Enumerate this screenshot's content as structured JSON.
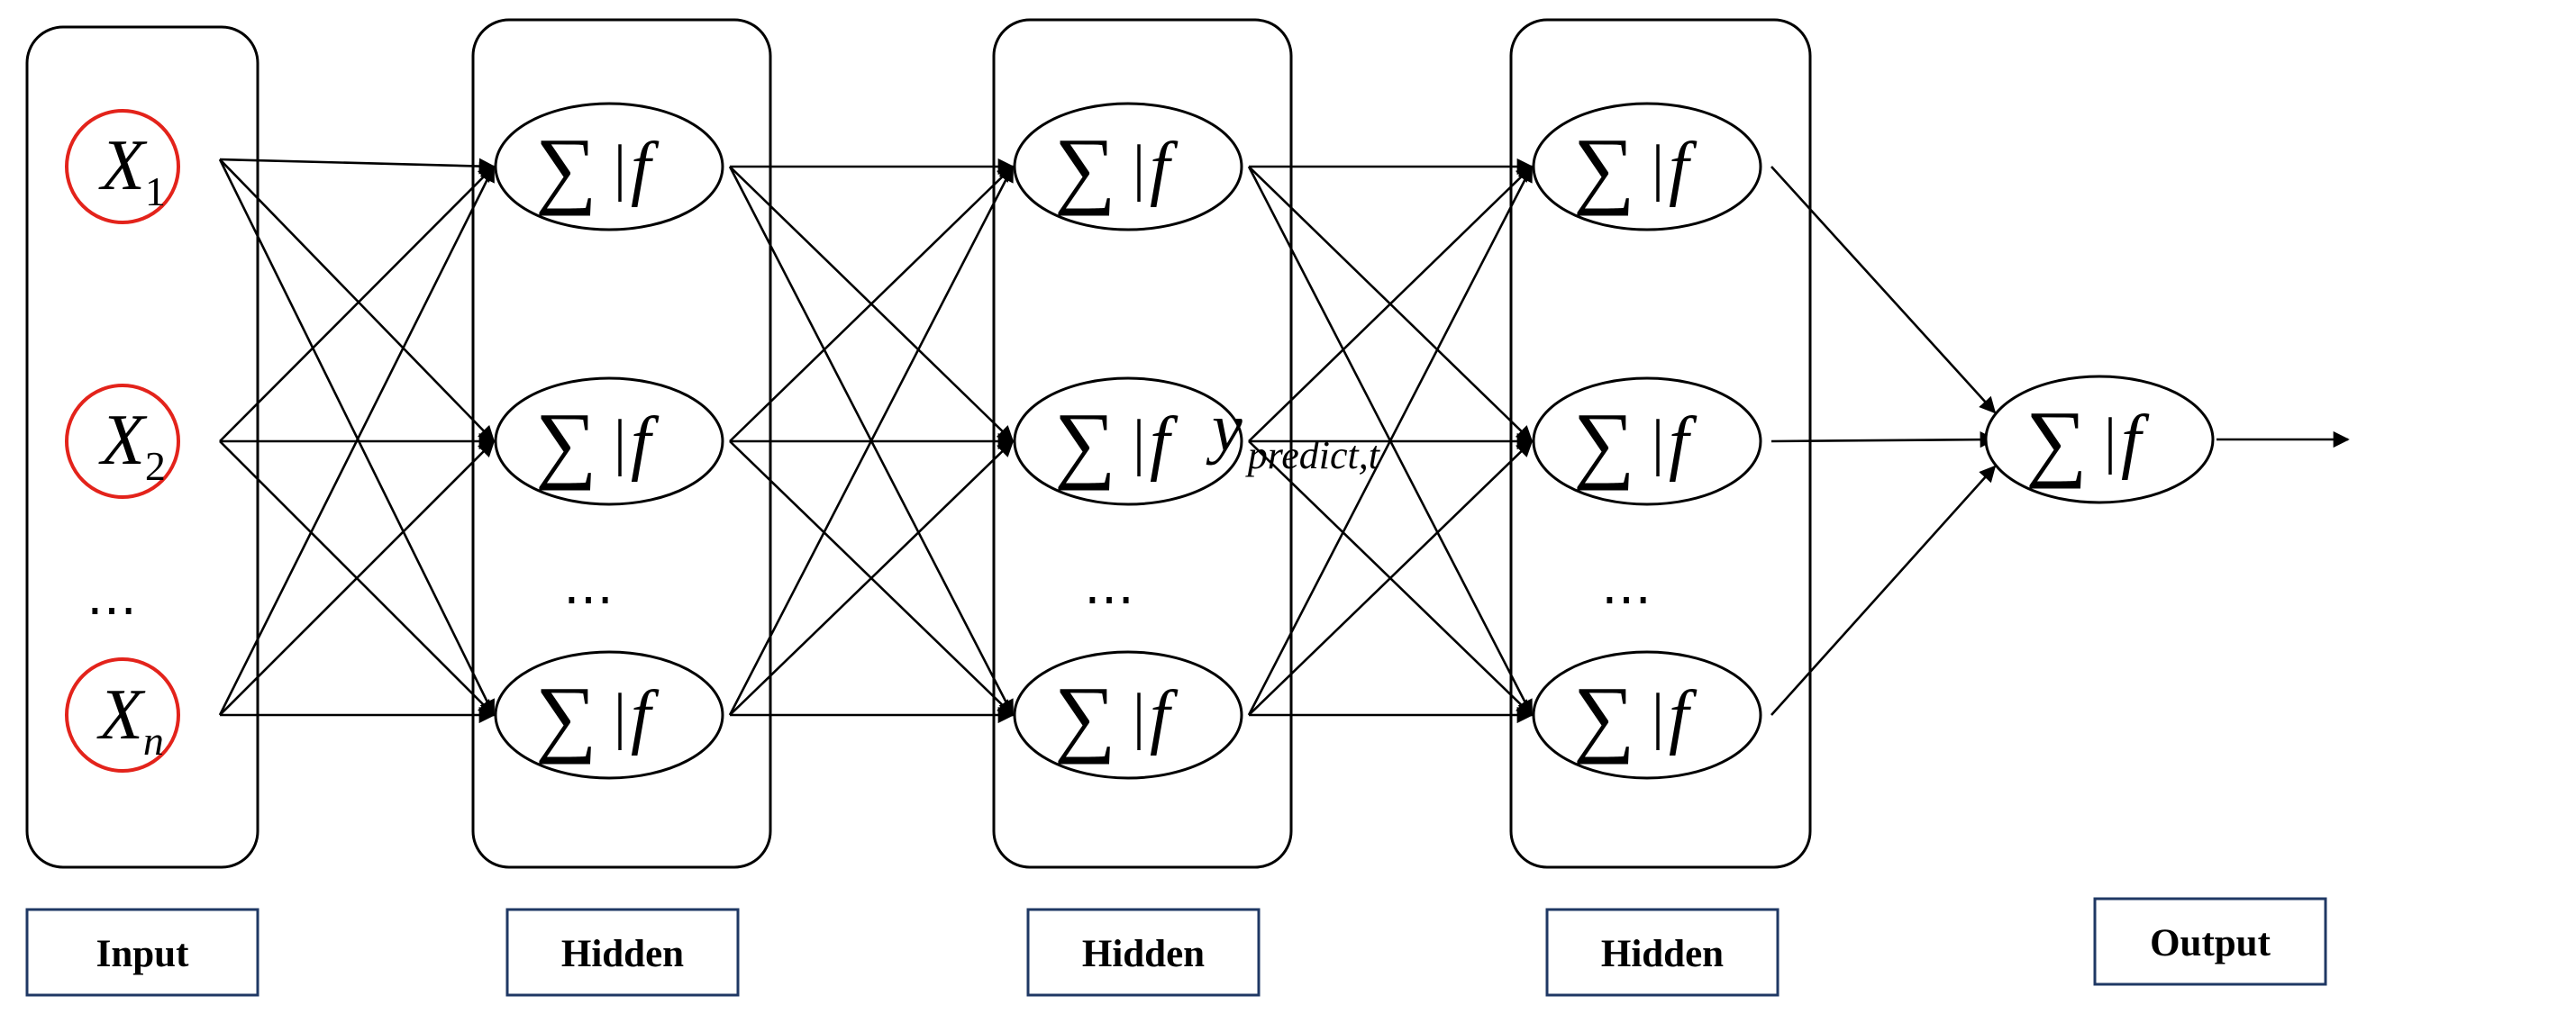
{
  "inputs": [
    {
      "symbol": "X",
      "subscript": "1"
    },
    {
      "symbol": "X",
      "subscript": "2"
    },
    {
      "symbol": "X",
      "subscript": "n"
    }
  ],
  "ellipsis": "…",
  "neuron": {
    "sigma": "∑",
    "bar": "|",
    "f": "f"
  },
  "output_symbol": {
    "symbol": "y",
    "subscript": "predict,t"
  },
  "layer_labels": {
    "input": "Input",
    "hidden_1": "Hidden",
    "hidden_2": "Hidden",
    "hidden_3": "Hidden",
    "output": "Output"
  },
  "colors": {
    "input_node_outline": "#e3231b",
    "label_box_outline": "#1f3864",
    "lines": "#000000"
  }
}
